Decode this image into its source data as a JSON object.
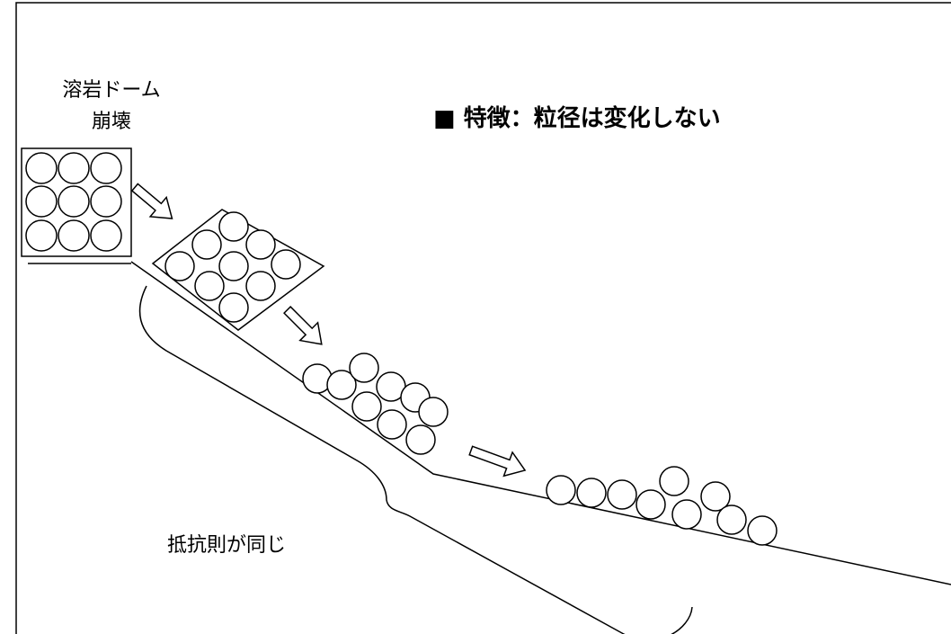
{
  "labels": {
    "source_line1": "溶岩ドーム",
    "source_line2": "崩壊",
    "feature": "■ 特徴：粒径は変化しない",
    "resistance": "抵抗則が同じ"
  }
}
